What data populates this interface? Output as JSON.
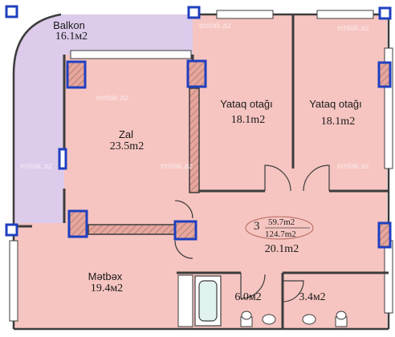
{
  "colors": {
    "background": "#ffffff",
    "room_fill": "#f6c5c1",
    "balcony_fill": "#dccbea",
    "wall": "#3c3c3c",
    "column_outline": "#1f3fbf",
    "column_fill": "#e8a59d",
    "hatch": "#9a7a6e",
    "window": "#ffffff",
    "watermark": "#ffffff"
  },
  "rooms": {
    "balcony": {
      "name": "Balkon",
      "area": "16.1м2"
    },
    "living": {
      "name": "Zal",
      "area": "23.5m2"
    },
    "bedroom_1": {
      "name": "Yataq otağı",
      "area": "18.1m2"
    },
    "bedroom_2": {
      "name": "Yataq otağı",
      "area": "18.1m2"
    },
    "hall": {
      "area": "20.1m2"
    },
    "kitchen": {
      "name": "Mətbəx",
      "area": "19.4м2"
    },
    "bathroom": {
      "area": "6.0м2"
    },
    "wc": {
      "area": "3.4м2"
    }
  },
  "apartment_summary": {
    "rooms_count": "3",
    "living_area": "59.7m2",
    "total_area": "124.7m2"
  },
  "watermarks": [
    "emlak.az",
    "emlak.az",
    "emlak.az",
    "emlak.az",
    "emlak.az",
    "emlak.az"
  ],
  "icons": {
    "column": "structural-column",
    "door": "door-swing",
    "bathtub": "bathtub",
    "toilet": "toilet",
    "sink": "washbasin"
  }
}
